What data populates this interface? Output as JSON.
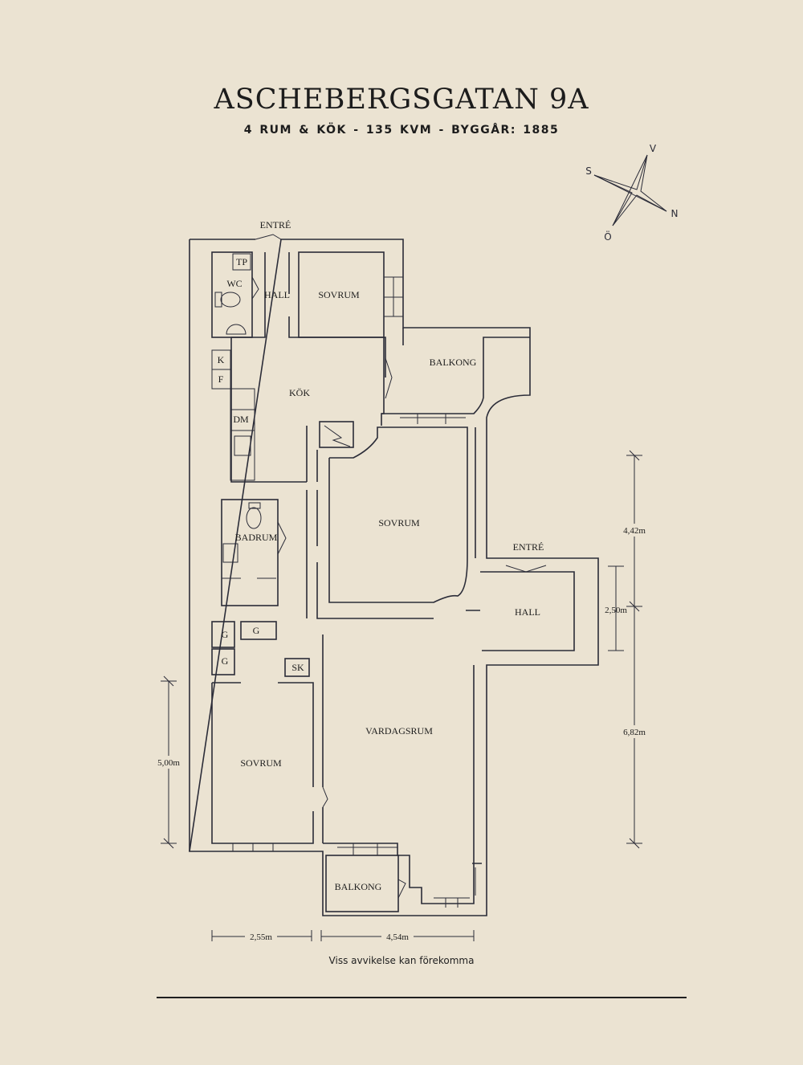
{
  "header": {
    "title": "ASCHEBERGSGATAN 9A",
    "subtitle": "4 RUM & KÖK  -  135 KVM  -  BYGGÅR: 1885"
  },
  "compass": {
    "north": "N",
    "south": "S",
    "east": "Ö",
    "west": "V"
  },
  "rooms": {
    "entre_top": "ENTRÉ",
    "tp": "TP",
    "wc": "WC",
    "hall_top": "HALL",
    "sovrum_top": "SOVRUM",
    "balkong_top": "BALKONG",
    "k": "K",
    "f": "F",
    "kok": "KÖK",
    "dm": "DM",
    "sovrum_mid": "SOVRUM",
    "badrum": "BADRUM",
    "entre_right": "ENTRÉ",
    "hall_right": "HALL",
    "g1": "G",
    "g2": "G",
    "g3": "G",
    "sk": "SK",
    "vardagsrum": "VARDAGSRUM",
    "sovrum_bottom": "SOVRUM",
    "balkong_bottom": "BALKONG"
  },
  "dimensions": {
    "d442": "4,42m",
    "d250": "2,50m",
    "d682": "6,82m",
    "d500": "5,00m",
    "d255": "2,55m",
    "d454": "4,54m"
  },
  "footer": {
    "note": "Viss avvikelse kan förekomma"
  },
  "colors": {
    "background": "#ebe3d2",
    "ink": "#2b2c38"
  }
}
